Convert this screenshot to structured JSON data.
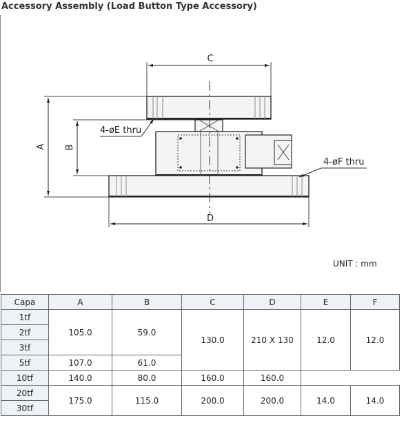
{
  "title": "Accessory Assembly (Load Button Type Accessory)",
  "drawing": {
    "dim_labels": {
      "a": "A",
      "b": "B",
      "c": "C",
      "d": "D"
    },
    "callout_e": "4-øE thru",
    "callout_f": "4-øF thru"
  },
  "unit_note": "UNIT : mm",
  "table": {
    "headers": [
      "Capa",
      "A",
      "B",
      "C",
      "D",
      "E",
      "F"
    ],
    "capacities": [
      "1tf",
      "2tf",
      "3tf",
      "5tf",
      "10tf",
      "20tf",
      "30tf"
    ],
    "values": {
      "a_1_3tf": "105.0",
      "b_1_3tf": "59.0",
      "c_1_5tf": "130.0",
      "d_1_5tf": "210 X 130",
      "e_1_10tf": "12.0",
      "f_1_10tf": "12.0",
      "a_5tf": "107.0",
      "b_5tf": "61.0",
      "a_10tf": "140.0",
      "b_10tf": "80.0",
      "c_10tf": "160.0",
      "d_10tf": "160.0",
      "a_20_30tf": "175.0",
      "b_20_30tf": "115.0",
      "c_20_30tf": "200.0",
      "d_20_30tf": "200.0",
      "e_20_30tf": "14.0",
      "f_20_30tf": "14.0"
    }
  }
}
